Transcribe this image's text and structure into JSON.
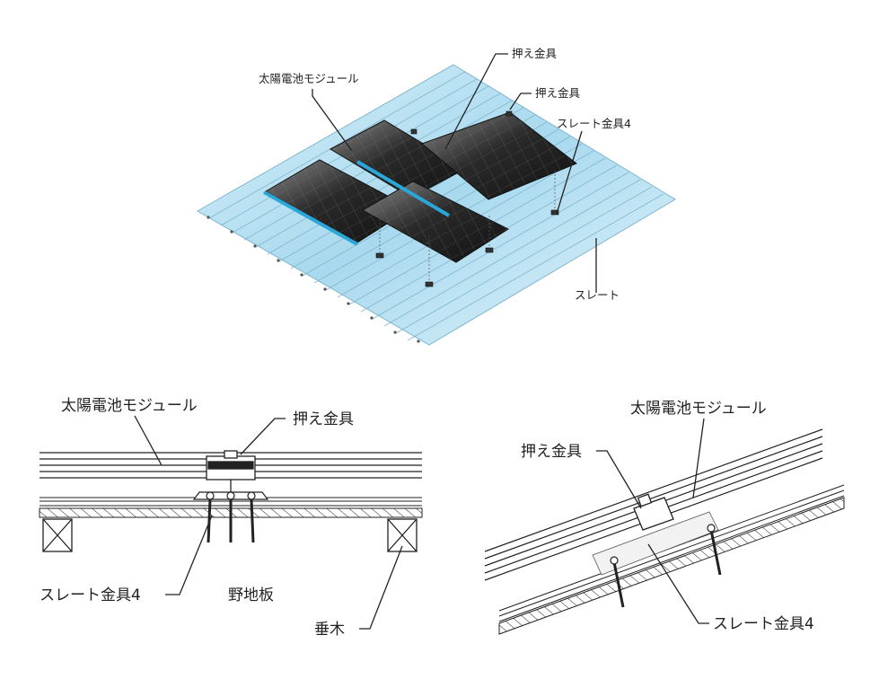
{
  "labels": {
    "iso_module": "太陽電池モジュール",
    "iso_clamp_1": "押え金具",
    "iso_clamp_2": "押え金具",
    "iso_bracket": "スレート金具4",
    "iso_slate": "スレート",
    "sec_module": "太陽電池モジュール",
    "sec_clamp": "押え金具",
    "sec_bracket": "スレート金具4",
    "sec_sheathing": "野地板",
    "sec_rafter": "垂木",
    "slope_module": "太陽電池モジュール",
    "slope_clamp": "押え金具",
    "slope_bracket": "スレート金具4"
  },
  "colors": {
    "slate": "#bfe4f3",
    "slate_edge": "#7fb6cf",
    "panel_dark": "#1b1b1b",
    "panel_light": "#7a7a7a",
    "rail_blue": "#2aa6d8",
    "line": "#222222"
  }
}
